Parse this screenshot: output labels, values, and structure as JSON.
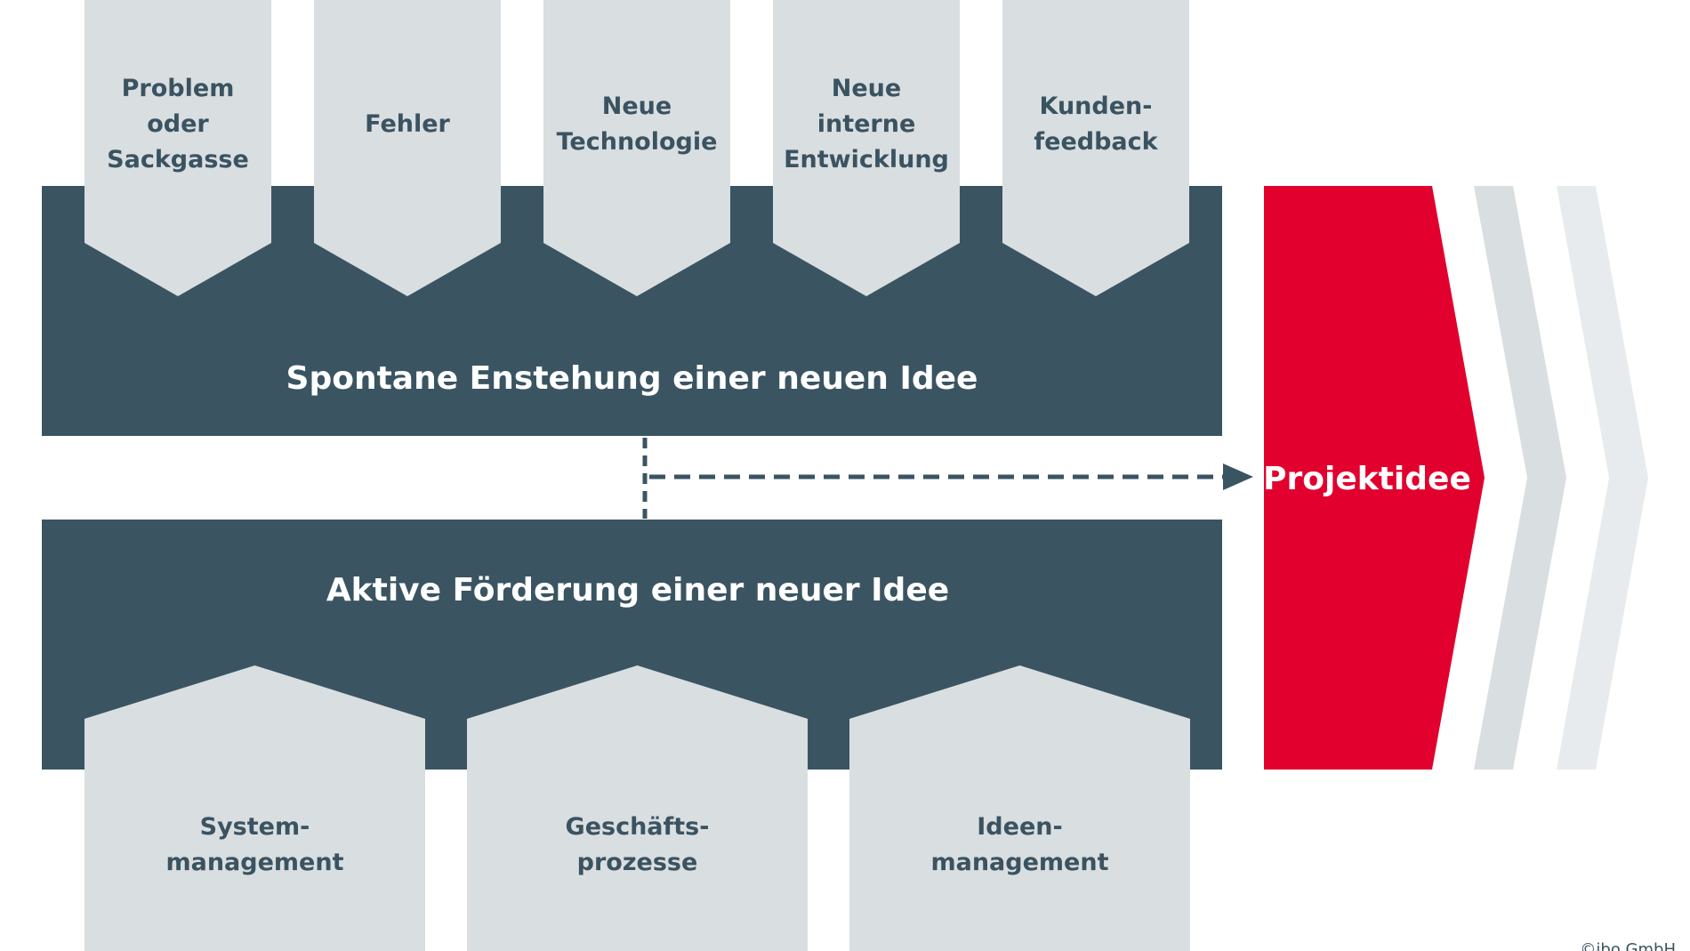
{
  "colors": {
    "band": "#3a5462",
    "box": "#d9dee1",
    "box_text": "#3b5361",
    "accent": "#e2002e",
    "chevron_1": "#d9dee1",
    "chevron_2": "#e8ebed",
    "connector": "#3a5462"
  },
  "top_band": {
    "label": "Spontane Enstehung einer neuen Idee",
    "sources": [
      {
        "label": "Problem\noder\nSackgasse"
      },
      {
        "label": "Fehler"
      },
      {
        "label": "Neue\nTechnologie"
      },
      {
        "label": "Neue\ninterne\nEntwicklung"
      },
      {
        "label": "Kunden-\nfeedback"
      }
    ]
  },
  "bottom_band": {
    "label": "Aktive Förderung einer neuer Idee",
    "sources": [
      {
        "label": "System-\nmanagement"
      },
      {
        "label": "Geschäfts-\nprozesse"
      },
      {
        "label": "Ideen-\nmanagement"
      }
    ]
  },
  "result": {
    "label": "Projektidee"
  },
  "credit": "©ibo GmbH"
}
